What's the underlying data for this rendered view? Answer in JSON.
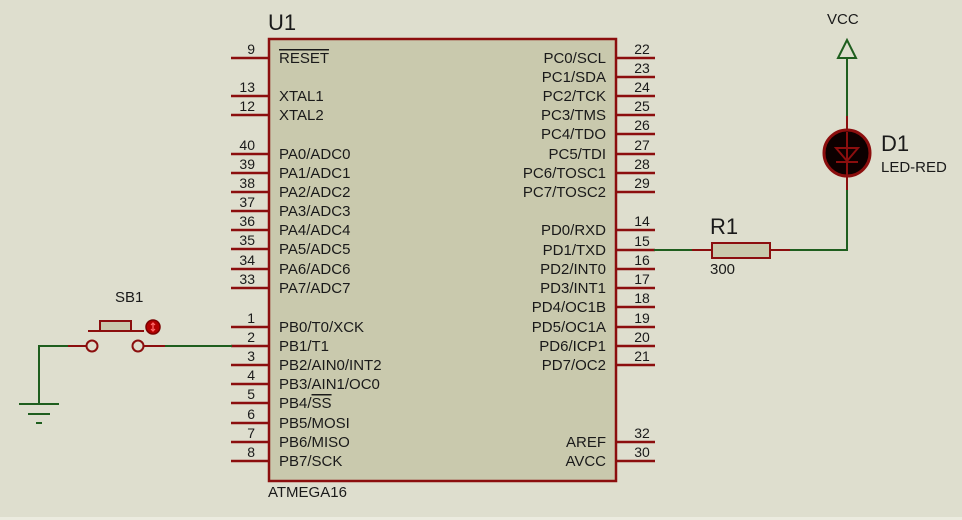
{
  "colors": {
    "background": "#dedece",
    "chip_body": "#c9c9ad",
    "component_outline": "#8b0e0e",
    "wire": "#1e5e1e",
    "text": "#1a1a1a"
  },
  "u1": {
    "ref": "U1",
    "part": "ATMEGA16",
    "left_pins": [
      {
        "num": "9",
        "label": "RESET",
        "overline": "RESET",
        "prefix": ""
      },
      {
        "num": "13",
        "label": "XTAL1"
      },
      {
        "num": "12",
        "label": "XTAL2"
      },
      {
        "num": "40",
        "label": "PA0/ADC0"
      },
      {
        "num": "39",
        "label": "PA1/ADC1"
      },
      {
        "num": "38",
        "label": "PA2/ADC2"
      },
      {
        "num": "37",
        "label": "PA3/ADC3"
      },
      {
        "num": "36",
        "label": "PA4/ADC4"
      },
      {
        "num": "35",
        "label": "PA5/ADC5"
      },
      {
        "num": "34",
        "label": "PA6/ADC6"
      },
      {
        "num": "33",
        "label": "PA7/ADC7"
      },
      {
        "num": "1",
        "label": "PB0/T0/XCK"
      },
      {
        "num": "2",
        "label": "PB1/T1"
      },
      {
        "num": "3",
        "label": "PB2/AIN0/INT2"
      },
      {
        "num": "4",
        "label": "PB3/AIN1/OC0"
      },
      {
        "num": "5",
        "label": "PB4/SS",
        "overline": "SS",
        "prefix": "PB4/"
      },
      {
        "num": "6",
        "label": "PB5/MOSI"
      },
      {
        "num": "7",
        "label": "PB6/MISO"
      },
      {
        "num": "8",
        "label": "PB7/SCK"
      }
    ],
    "right_pins": [
      {
        "num": "22",
        "label": "PC0/SCL"
      },
      {
        "num": "23",
        "label": "PC1/SDA"
      },
      {
        "num": "24",
        "label": "PC2/TCK"
      },
      {
        "num": "25",
        "label": "PC3/TMS"
      },
      {
        "num": "26",
        "label": "PC4/TDO"
      },
      {
        "num": "27",
        "label": "PC5/TDI"
      },
      {
        "num": "28",
        "label": "PC6/TOSC1"
      },
      {
        "num": "29",
        "label": "PC7/TOSC2"
      },
      {
        "num": "14",
        "label": "PD0/RXD"
      },
      {
        "num": "15",
        "label": "PD1/TXD"
      },
      {
        "num": "16",
        "label": "PD2/INT0"
      },
      {
        "num": "17",
        "label": "PD3/INT1"
      },
      {
        "num": "18",
        "label": "PD4/OC1B"
      },
      {
        "num": "19",
        "label": "PD5/OC1A"
      },
      {
        "num": "20",
        "label": "PD6/ICP1"
      },
      {
        "num": "21",
        "label": "PD7/OC2"
      },
      {
        "num": "32",
        "label": "AREF"
      },
      {
        "num": "30",
        "label": "AVCC"
      }
    ]
  },
  "sb1": {
    "ref": "SB1"
  },
  "r1": {
    "ref": "R1",
    "value": "300"
  },
  "d1": {
    "ref": "D1",
    "value": "LED-RED"
  },
  "vcc": {
    "label": "VCC"
  }
}
